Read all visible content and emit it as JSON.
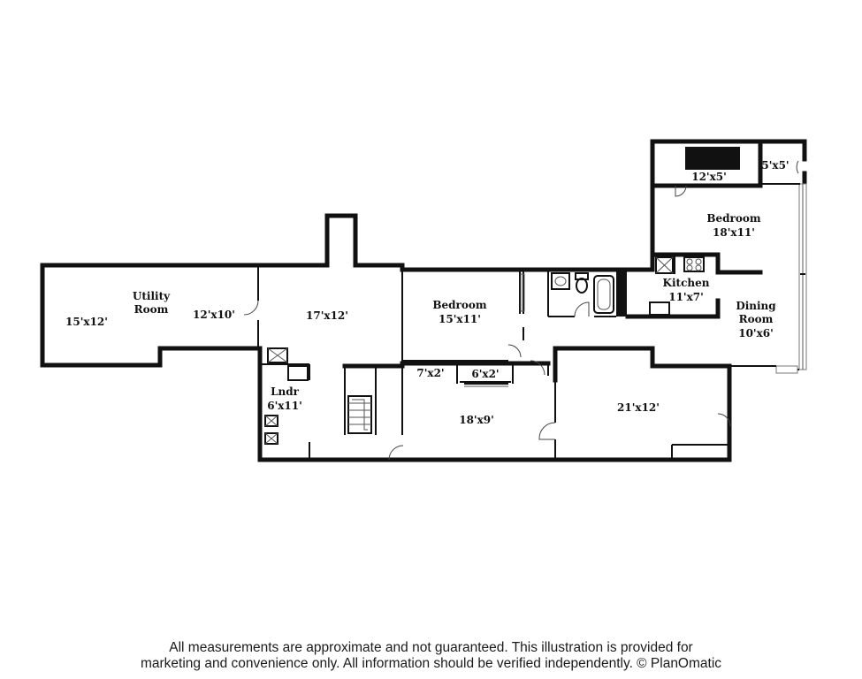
{
  "rooms": {
    "closet_top": "12'x5'",
    "closet_small": "5'x5'",
    "bedroom_top": {
      "name": "Bedroom",
      "size": "18'x11'"
    },
    "kitchen": {
      "name": "Kitchen",
      "size": "11'x7'"
    },
    "dining": {
      "line1": "Dining",
      "line2": "Room",
      "size": "10'x6'"
    },
    "utility": {
      "line1": "Utility",
      "line2": "Room"
    },
    "utility_left": "15'x12'",
    "utility_right": "12'x10'",
    "center_room": "17'x12'",
    "bedroom_mid": {
      "name": "Bedroom",
      "size": "15'x11'"
    },
    "laundry": {
      "name": "Lndr",
      "size": "6'x11'"
    },
    "closet_a": "7'x2'",
    "closet_b": "6'x2'",
    "room_lower_mid": "18'x9'",
    "room_lower_right": "21'x12'"
  },
  "disclaimer": {
    "line1": "All measurements are approximate and not guaranteed. This illustration is provided for",
    "line2": "marketing and convenience only. All information should be verified independently. © PlanOmatic"
  }
}
